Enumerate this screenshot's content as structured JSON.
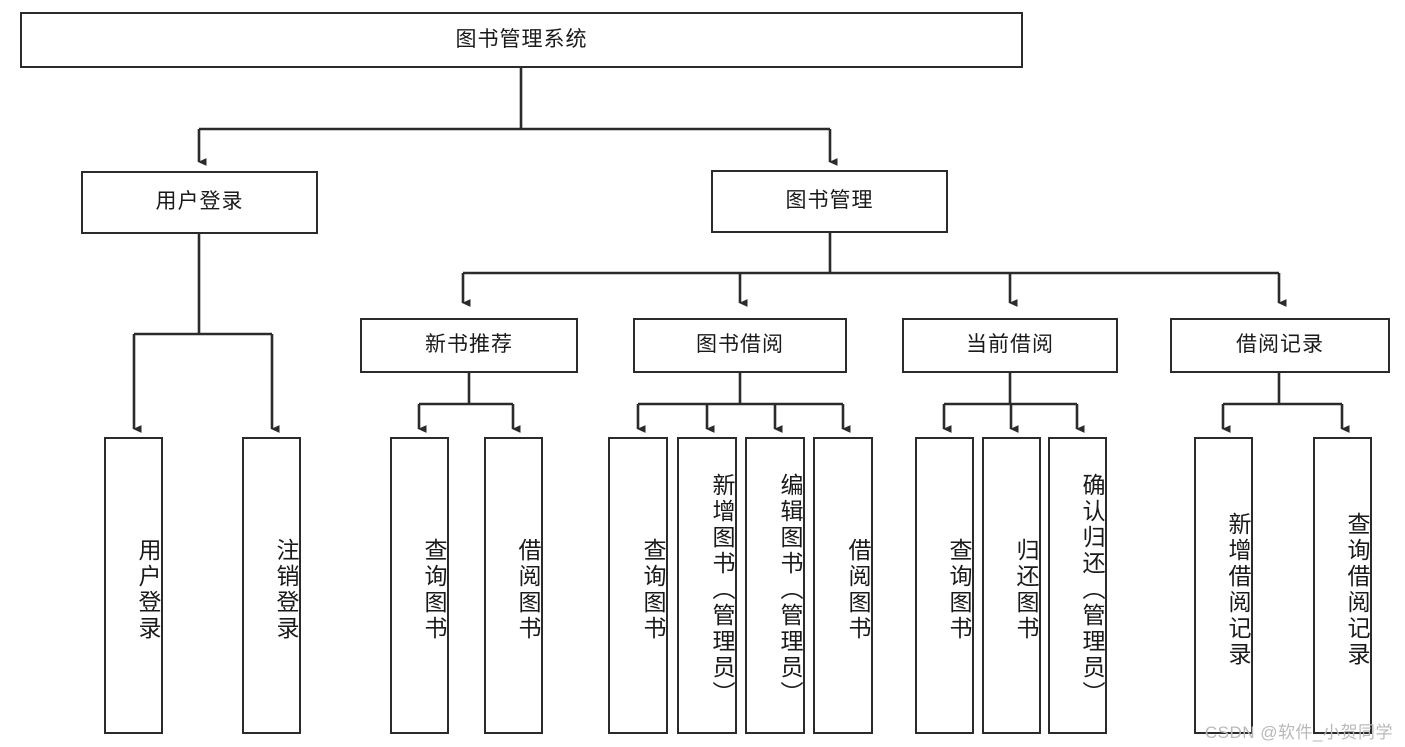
{
  "diagram": {
    "title": "图书管理系统",
    "type": "tree",
    "watermark": "CSDN @软件_小贺同学",
    "colors": {
      "stroke": "#2b2b2b",
      "fill": "#ffffff",
      "text": "#1a1a1a",
      "watermark": "#b9b9b9"
    },
    "nodes": {
      "root": {
        "label": "图书管理系统"
      },
      "level1": [
        {
          "id": "user-login",
          "label": "用户登录"
        },
        {
          "id": "book-manage",
          "label": "图书管理"
        }
      ],
      "level2": [
        {
          "id": "new-book-recommend",
          "label": "新书推荐"
        },
        {
          "id": "book-borrow",
          "label": "图书借阅"
        },
        {
          "id": "current-borrow",
          "label": "当前借阅"
        },
        {
          "id": "borrow-record",
          "label": "借阅记录"
        }
      ],
      "leaves": {
        "user_login": [
          {
            "id": "leaf-user-login",
            "label": "用户登录"
          },
          {
            "id": "leaf-logout",
            "label": "注销登录"
          }
        ],
        "new_book_recommend": [
          {
            "id": "leaf-query-book-1",
            "label": "查询图书"
          },
          {
            "id": "leaf-borrow-book-1",
            "label": "借阅图书"
          }
        ],
        "book_borrow": [
          {
            "id": "leaf-query-book-2",
            "label": "查询图书"
          },
          {
            "id": "leaf-add-book",
            "label": "新增图书（管理员）"
          },
          {
            "id": "leaf-edit-book",
            "label": "编辑图书（管理员）"
          },
          {
            "id": "leaf-borrow-book-2",
            "label": "借阅图书"
          }
        ],
        "current_borrow": [
          {
            "id": "leaf-query-book-3",
            "label": "查询图书"
          },
          {
            "id": "leaf-return-book",
            "label": "归还图书"
          },
          {
            "id": "leaf-confirm-return",
            "label": "确认归还（管理员）"
          }
        ],
        "borrow_record": [
          {
            "id": "leaf-add-record",
            "label": "新增借阅记录"
          },
          {
            "id": "leaf-query-record",
            "label": "查询借阅记录"
          }
        ]
      }
    }
  }
}
